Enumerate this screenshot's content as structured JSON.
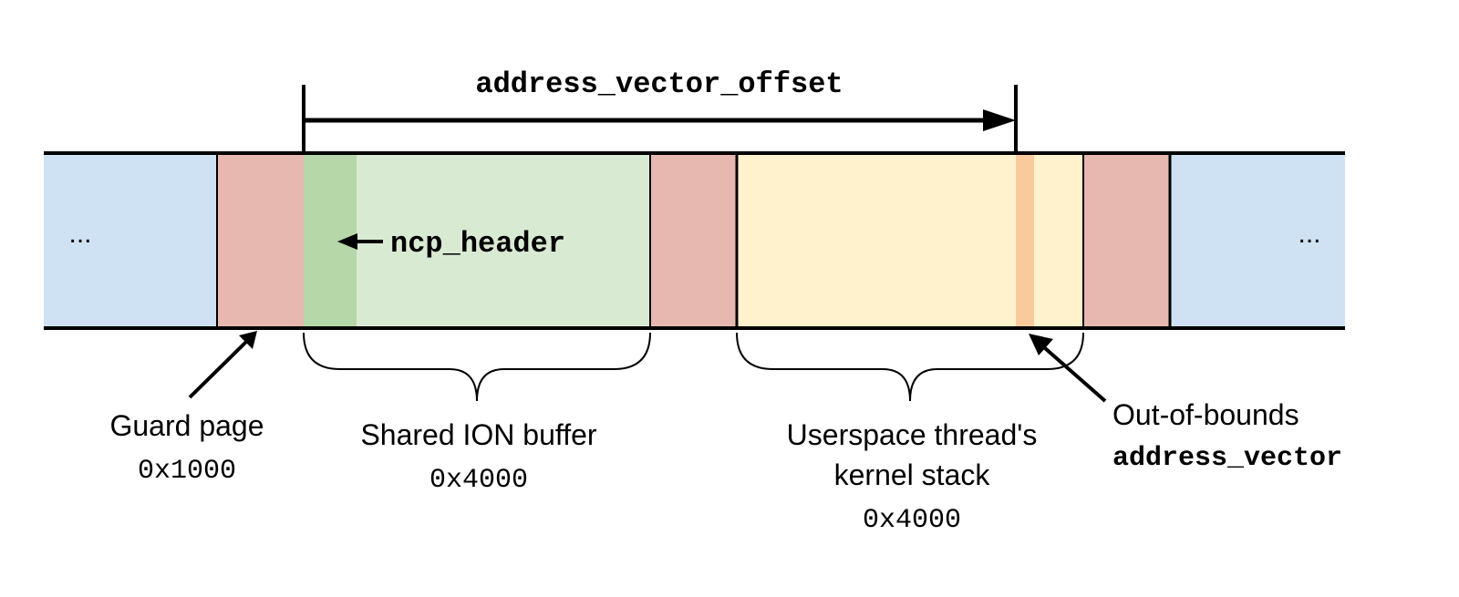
{
  "labels": {
    "offset": "address_vector_offset",
    "header": "ncp_header",
    "ellipsis_left": "...",
    "ellipsis_right": "...",
    "guard_page_title": "Guard page",
    "guard_page_size": "0x1000",
    "ion_buffer_title": "Shared ION buffer",
    "ion_buffer_size": "0x4000",
    "kernel_stack_title_line1": "Userspace thread's",
    "kernel_stack_title_line2": "kernel stack",
    "kernel_stack_size": "0x4000",
    "oob_title": "Out-of-bounds",
    "oob_name": "address_vector"
  },
  "colors": {
    "memory": "#cfe2f3",
    "guard": "#e6b8af",
    "ion_buffer": "#d9ead3",
    "ion_header": "#b6d7a8",
    "kernel_stack": "#fff2cc",
    "oob_vector": "#f9cb9c",
    "stroke": "#000000"
  }
}
